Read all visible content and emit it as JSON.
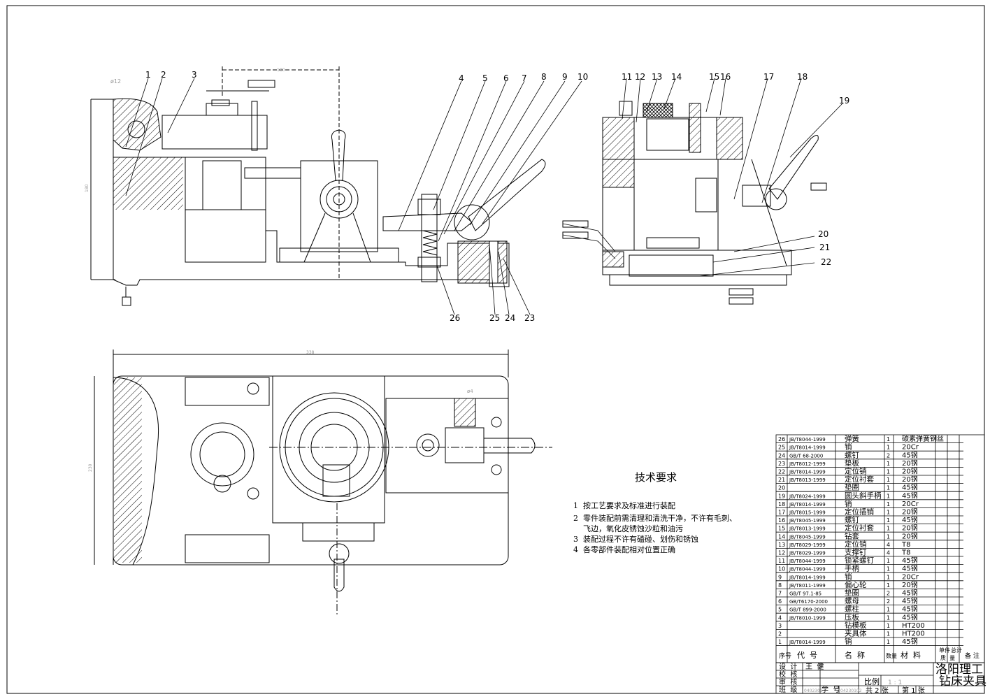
{
  "part_numbers_front": [
    "1",
    "2",
    "3",
    "4",
    "5",
    "6",
    "7",
    "8",
    "9",
    "10"
  ],
  "part_numbers_side": [
    "11",
    "12",
    "13",
    "14",
    "15",
    "16",
    "17",
    "18",
    "19",
    "20",
    "21",
    "22"
  ],
  "part_numbers_bottom": [
    "26",
    "25",
    "24",
    "23"
  ],
  "dim_phi": "ø12",
  "dim_top": "180",
  "dim_plan_width": "338",
  "dim_height": "180",
  "dim_plan_height": "230",
  "dim_phi2": "ø4",
  "tech_title": "技术要求",
  "tech_items": [
    "1  按工艺要求及标准进行装配",
    "2  零件装配前需清理和清洗干净，不许有毛刺、",
    "    飞边，氧化皮锈蚀沙粒和油污",
    "3  装配过程不许有磕碰、划伤和锈蚀",
    "4  各零部件装配相对位置正确"
  ],
  "bom": [
    {
      "no": "26",
      "code": "JB/T8044-1999",
      "name": "弹簧",
      "qty": "1",
      "mat": "碳素弹簧钢丝"
    },
    {
      "no": "25",
      "code": "JB/T8014-1999",
      "name": "销",
      "qty": "1",
      "mat": "20Cr"
    },
    {
      "no": "24",
      "code": "GB/T 68-2000",
      "name": "螺钉",
      "qty": "2",
      "mat": "45钢"
    },
    {
      "no": "23",
      "code": "JB/T8012-1999",
      "name": "垫板",
      "qty": "1",
      "mat": "20钢"
    },
    {
      "no": "22",
      "code": "JB/T8014-1999",
      "name": "定位销",
      "qty": "1",
      "mat": "20钢"
    },
    {
      "no": "21",
      "code": "JB/T8013-1999",
      "name": "定位衬套",
      "qty": "1",
      "mat": "20钢"
    },
    {
      "no": "20",
      "code": "",
      "name": "垫圈",
      "qty": "1",
      "mat": "45钢"
    },
    {
      "no": "19",
      "code": "JB/T8024-1999",
      "name": "圆头斜手柄",
      "qty": "1",
      "mat": "45钢"
    },
    {
      "no": "18",
      "code": "JB/T8014-1999",
      "name": "销",
      "qty": "1",
      "mat": "20Cr"
    },
    {
      "no": "17",
      "code": "JB/T8015-1999",
      "name": "定位插销",
      "qty": "1",
      "mat": "20钢"
    },
    {
      "no": "16",
      "code": "JB/T8045-1999",
      "name": "螺钉",
      "qty": "1",
      "mat": "45钢"
    },
    {
      "no": "15",
      "code": "JB/T8013-1999",
      "name": "定位衬套",
      "qty": "1",
      "mat": "20钢"
    },
    {
      "no": "14",
      "code": "JB/T8045-1999",
      "name": "钻套",
      "qty": "1",
      "mat": "20钢"
    },
    {
      "no": "13",
      "code": "JB/T8029-1999",
      "name": "定位销",
      "qty": "4",
      "mat": "T8"
    },
    {
      "no": "12",
      "code": "JB/T8029-1999",
      "name": "支撑钉",
      "qty": "4",
      "mat": "T8"
    },
    {
      "no": "11",
      "code": "JB/T8044-1999",
      "name": "锁紧螺钉",
      "qty": "1",
      "mat": "45钢"
    },
    {
      "no": "10",
      "code": "JB/T8044-1999",
      "name": "手柄",
      "qty": "1",
      "mat": "45钢"
    },
    {
      "no": "9",
      "code": "JB/T8014-1999",
      "name": "销",
      "qty": "1",
      "mat": "20Cr"
    },
    {
      "no": "8",
      "code": "JB/T8011-1999",
      "name": "偏心轮",
      "qty": "1",
      "mat": "20钢"
    },
    {
      "no": "7",
      "code": "GB/T 97.1-85",
      "name": "垫圈",
      "qty": "2",
      "mat": "45钢"
    },
    {
      "no": "6",
      "code": "GB/T6170-2000",
      "name": "螺母",
      "qty": "2",
      "mat": "45钢"
    },
    {
      "no": "5",
      "code": "GB/T 899-2000",
      "name": "螺柱",
      "qty": "1",
      "mat": "45钢"
    },
    {
      "no": "4",
      "code": "JB/T8010-1999",
      "name": "压板",
      "qty": "1",
      "mat": "45钢"
    },
    {
      "no": "3",
      "code": "",
      "name": "钻模板",
      "qty": "1",
      "mat": "HT200"
    },
    {
      "no": "2",
      "code": "",
      "name": "夹具体",
      "qty": "1",
      "mat": "HT200"
    },
    {
      "no": "1",
      "code": "JB/T8014-1999",
      "name": "销",
      "qty": "1",
      "mat": "45钢"
    }
  ],
  "bom_header": {
    "no": "序号",
    "code": "代  号",
    "name": "名  称",
    "qty": "数量",
    "mat": "材  料",
    "unit": "单件",
    "total": "总计",
    "weight": "质  量",
    "remark": "备 注"
  },
  "title_block": {
    "design": "设  计",
    "designer": "王  健",
    "check": "校  核",
    "review": "审  核",
    "class": "班  级",
    "class_no": "0402301",
    "student_no_label": "学  号",
    "student_no": "04230102",
    "scale_label": "比例",
    "scale": "1 : 1",
    "sheets": "共 2 张",
    "sheet_of": "第 1 张",
    "school": "洛阳理工",
    "drawing_title": "钻床夹具"
  }
}
